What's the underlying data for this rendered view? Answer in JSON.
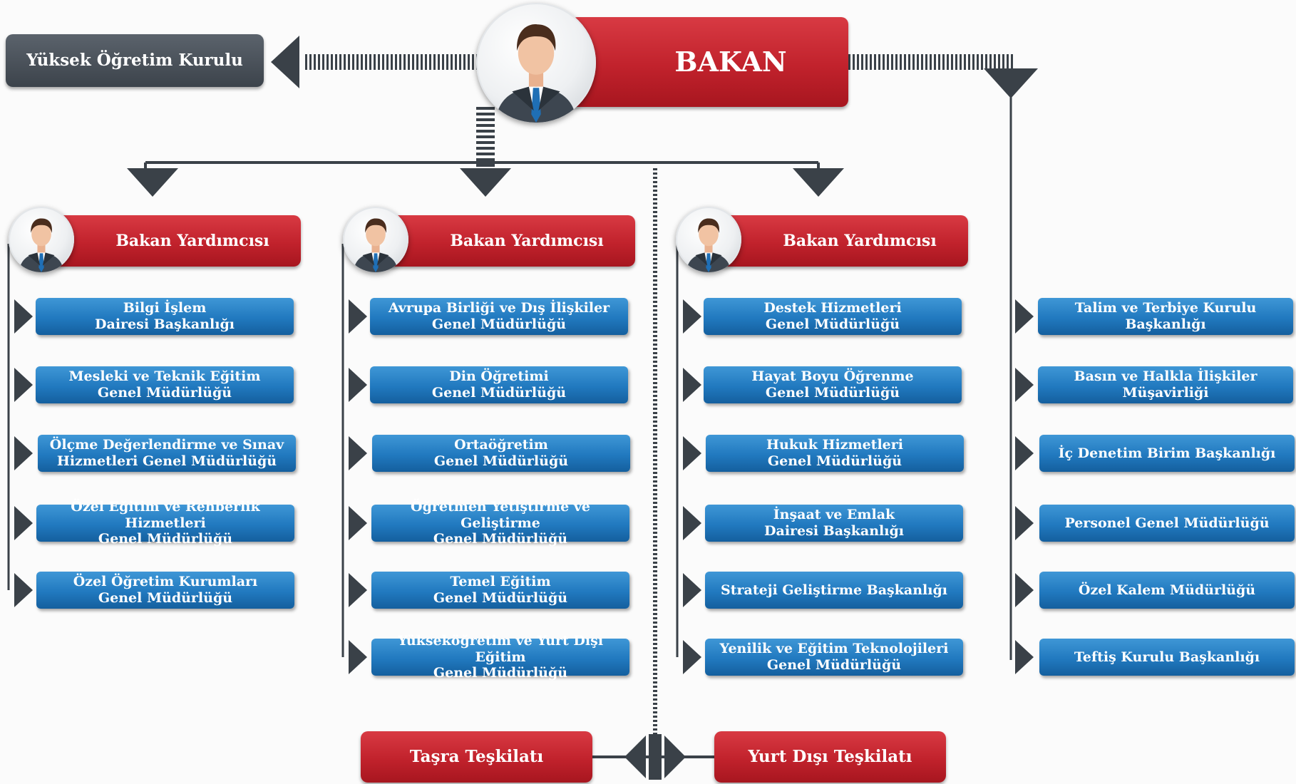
{
  "minister": {
    "title": "BAKAN"
  },
  "council": {
    "label": "Yüksek Öğretim Kurulu"
  },
  "columns": [
    {
      "head": "Bakan Yardımcısı",
      "units": [
        "Bilgi İşlem\nDairesi Başkanlığı",
        "Mesleki ve Teknik Eğitim\nGenel Müdürlüğü",
        "Ölçme Değerlendirme ve Sınav\nHizmetleri Genel Müdürlüğü",
        "Özel Eğitim ve Rehberlik Hizmetleri\nGenel Müdürlüğü",
        "Özel Öğretim Kurumları\nGenel Müdürlüğü"
      ]
    },
    {
      "head": "Bakan Yardımcısı",
      "units": [
        "Avrupa Birliği ve Dış İlişkiler\nGenel Müdürlüğü",
        "Din Öğretimi\nGenel Müdürlüğü",
        "Ortaöğretim\nGenel Müdürlüğü",
        "Öğretmen Yetiştirme ve Geliştirme\nGenel Müdürlüğü",
        "Temel Eğitim\nGenel Müdürlüğü",
        "Yükseköğretim ve Yurt Dışı Eğitim\nGenel Müdürlüğü"
      ]
    },
    {
      "head": "Bakan Yardımcısı",
      "units": [
        "Destek Hizmetleri\nGenel Müdürlüğü",
        "Hayat Boyu Öğrenme\nGenel Müdürlüğü",
        "Hukuk Hizmetleri\nGenel Müdürlüğü",
        "İnşaat ve Emlak\nDairesi Başkanlığı",
        "Strateji Geliştirme Başkanlığı",
        "Yenilik ve Eğitim Teknolojileri\nGenel Müdürlüğü"
      ]
    }
  ],
  "direct_units": [
    "Talim ve Terbiye Kurulu\nBaşkanlığı",
    "Basın ve Halkla İlişkiler\nMüşavirliği",
    "İç Denetim Birim Başkanlığı",
    "Personel Genel Müdürlüğü",
    "Özel Kalem Müdürlüğü",
    "Teftiş Kurulu Başkanlığı"
  ],
  "bottom": {
    "left": "Taşra Teşkilatı",
    "right": "Yurt Dışı Teşkilatı"
  },
  "colors": {
    "red": "#c1222c",
    "blue": "#2179bf",
    "dark": "#3c434b",
    "connector": "#3a4148"
  }
}
